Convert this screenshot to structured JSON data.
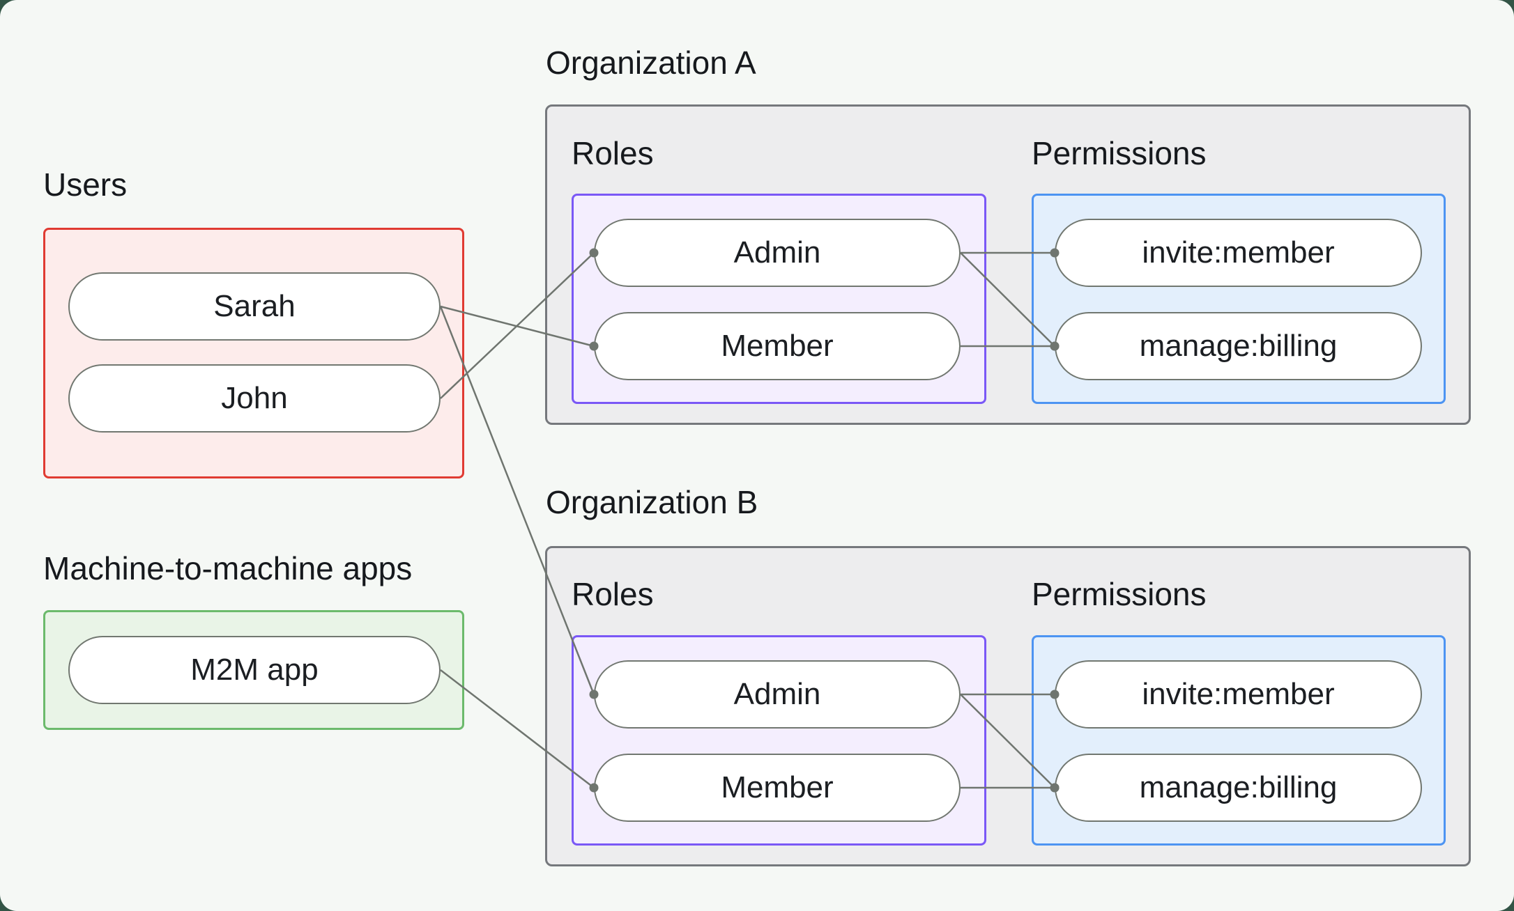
{
  "page": {
    "background": "#f5f8f5",
    "outer_background": "#335546"
  },
  "users_group": {
    "title": "Users",
    "border_color": "#e03b32",
    "fill_color": "#fdeceb",
    "items": [
      {
        "id": "sarah",
        "label": "Sarah"
      },
      {
        "id": "john",
        "label": "John"
      }
    ]
  },
  "m2m_group": {
    "title": "Machine-to-machine apps",
    "border_color": "#6cba6c",
    "fill_color": "#e9f4e7",
    "items": [
      {
        "id": "m2m-app",
        "label": "M2M app"
      }
    ]
  },
  "org_a": {
    "title": "Organization A",
    "roles": {
      "title": "Roles",
      "border_color": "#7a58f6",
      "fill_color": "#f4eefe",
      "items": [
        {
          "id": "org-a-admin",
          "label": "Admin"
        },
        {
          "id": "org-a-member",
          "label": "Member"
        }
      ]
    },
    "permissions": {
      "title": "Permissions",
      "border_color": "#4d94f2",
      "fill_color": "#e3effc",
      "items": [
        {
          "id": "org-a-invite-member",
          "label": "invite:member"
        },
        {
          "id": "org-a-manage-billing",
          "label": "manage:billing"
        }
      ]
    }
  },
  "org_b": {
    "title": "Organization B",
    "roles": {
      "title": "Roles",
      "border_color": "#7a58f6",
      "fill_color": "#f4eefe",
      "items": [
        {
          "id": "org-b-admin",
          "label": "Admin"
        },
        {
          "id": "org-b-member",
          "label": "Member"
        }
      ]
    },
    "permissions": {
      "title": "Permissions",
      "border_color": "#4d94f2",
      "fill_color": "#e3effc",
      "items": [
        {
          "id": "org-b-invite-member",
          "label": "invite:member"
        },
        {
          "id": "org-b-manage-billing",
          "label": "manage:billing"
        }
      ]
    }
  },
  "edges": [
    {
      "from": "sarah",
      "to": "org-a-member"
    },
    {
      "from": "john",
      "to": "org-a-admin"
    },
    {
      "from": "sarah",
      "to": "org-b-admin"
    },
    {
      "from": "m2m-app",
      "to": "org-b-member"
    },
    {
      "from": "org-a-admin",
      "to": "org-a-invite-member"
    },
    {
      "from": "org-a-admin",
      "to": "org-a-manage-billing"
    },
    {
      "from": "org-a-member",
      "to": "org-a-manage-billing"
    },
    {
      "from": "org-b-admin",
      "to": "org-b-invite-member"
    },
    {
      "from": "org-b-admin",
      "to": "org-b-manage-billing"
    },
    {
      "from": "org-b-member",
      "to": "org-b-manage-billing"
    }
  ],
  "style": {
    "connector_color": "#6f756f",
    "connector_width": 2.5,
    "dot_radius": 6.5
  }
}
